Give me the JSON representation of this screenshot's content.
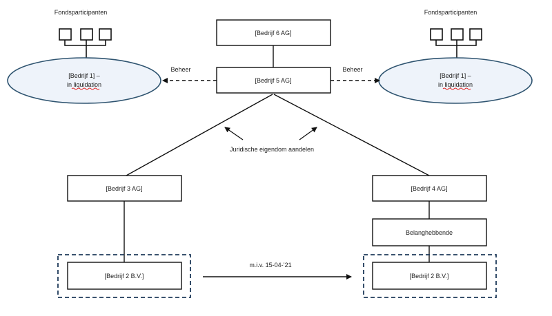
{
  "labels": {
    "participants_left": "Fondsparticipanten",
    "participants_right": "Fondsparticipanten",
    "beheer_left": "Beheer",
    "beheer_right": "Beheer",
    "juridisch": "Juridische eigendom aandelen",
    "miv": "m.i.v. 15-04-’21"
  },
  "nodes": {
    "bedrijf6": "[Bedrijf 6 AG]",
    "bedrijf5": "[Bedrijf 5 AG]",
    "bedrijf3": "[Bedrijf 3 AG]",
    "bedrijf4": "[Bedrijf 4 AG]",
    "belanghebbende": "Belanghebbende",
    "bedrijf2_left": "[Bedrijf 2 B.V.]",
    "bedrijf2_right": "[Bedrijf 2 B.V.]",
    "fund_left_line1": "[Bedrijf 1] –",
    "fund_left_line2_prefix": "in ",
    "fund_left_line2_word": "liquidation",
    "fund_right_line1": "[Bedrijf 1] –",
    "fund_right_line2_prefix": "in ",
    "fund_right_line2_word": "liquidation"
  },
  "colors": {
    "ellipse_fill": "#eef3fa",
    "ellipse_stroke": "#2f5470",
    "dashed_box": "#1f3a5a",
    "spell_underline": "#e02020"
  }
}
